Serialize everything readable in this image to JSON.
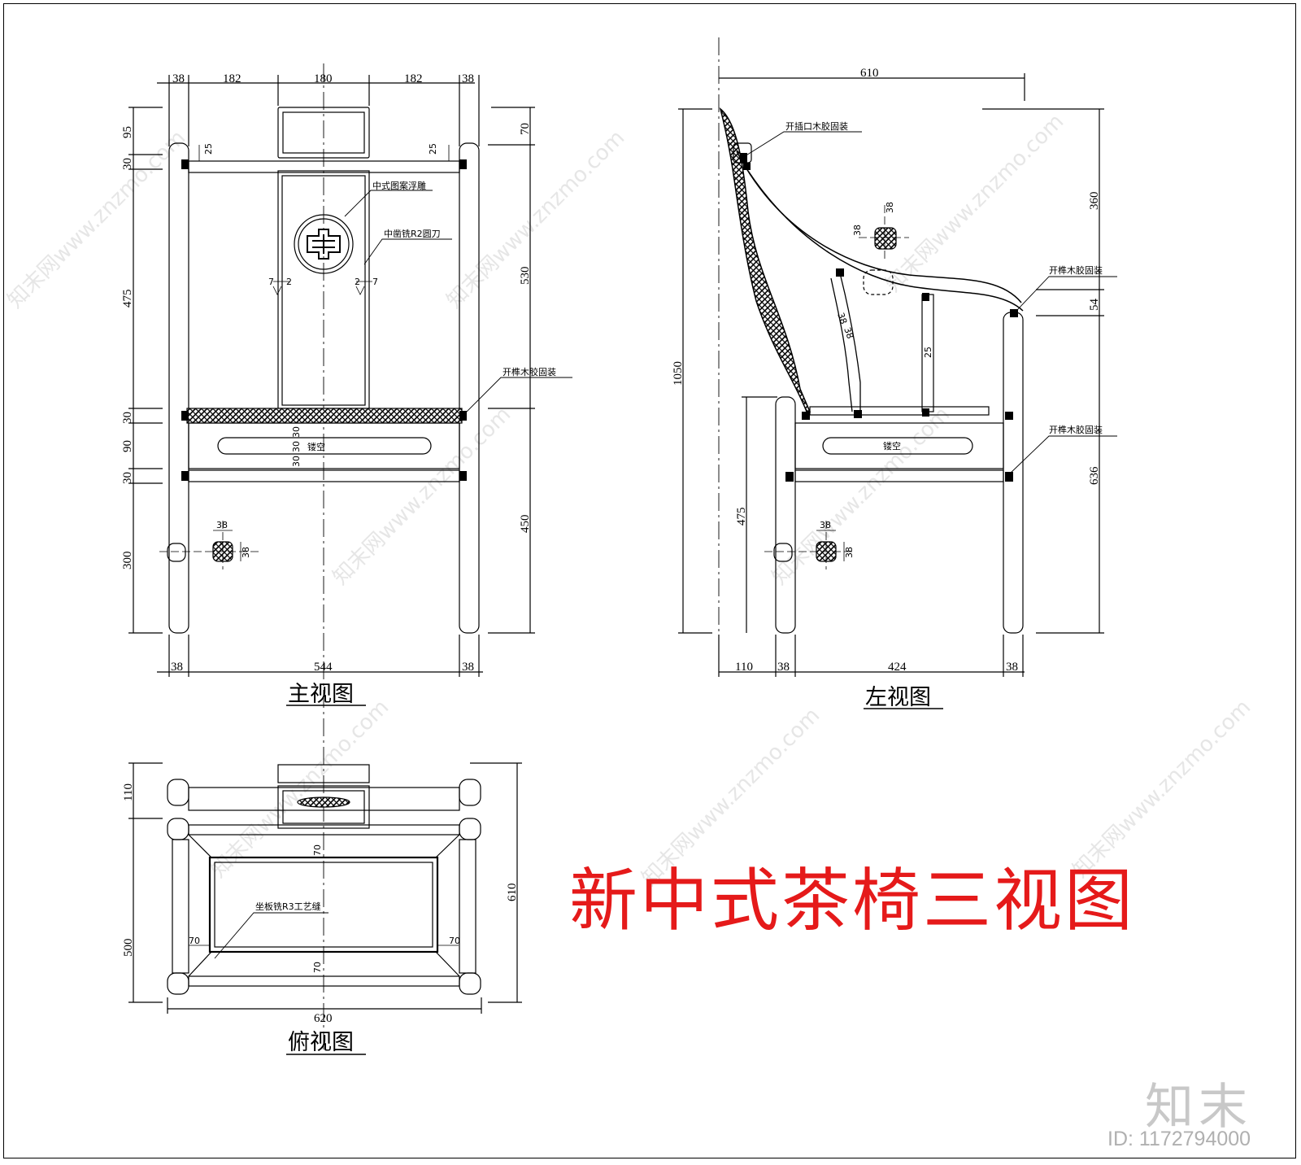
{
  "drawing": {
    "title": "新中式茶椅三视图",
    "watermark_brand": "知末",
    "watermark_site": "知末网www.znzmo.com",
    "image_id": "ID: 1172794000"
  },
  "front_view": {
    "label": "主视图",
    "top_widths": [
      "38",
      "182",
      "180",
      "182",
      "38"
    ],
    "left_heights": [
      "95",
      "30",
      "475",
      "30",
      "90",
      "30",
      "300"
    ],
    "right_heights": [
      "70",
      "530",
      "450"
    ],
    "inner_dims": [
      "25",
      "25",
      "7",
      "2",
      "2",
      "7",
      "30",
      "30",
      "30",
      "38",
      "38"
    ],
    "bottom_widths": [
      "38",
      "544",
      "38"
    ],
    "notes": [
      "中式图案浮雕",
      "中凿铣R2圆刀",
      "开榫木胶固装",
      "镂空"
    ]
  },
  "left_view": {
    "label": "左视图",
    "top_depth": "610",
    "left_height": "1050",
    "right_heights": [
      "360",
      "54",
      "636"
    ],
    "leg_height": "475",
    "inner_dims": [
      "38",
      "38",
      "38",
      "38",
      "25"
    ],
    "bottom_widths": [
      "110",
      "38",
      "424",
      "38"
    ],
    "notes": [
      "开插口木胶固装",
      "开榫木胶固装",
      "开榫木胶固装",
      "镂空"
    ]
  },
  "top_view": {
    "label": "俯视图",
    "left_dims": [
      "110",
      "500"
    ],
    "right_dim": "610",
    "inner_dims": [
      "70",
      "70",
      "70",
      "70"
    ],
    "bottom_width": "620",
    "notes": [
      "坐板铣R3工艺缝"
    ]
  }
}
